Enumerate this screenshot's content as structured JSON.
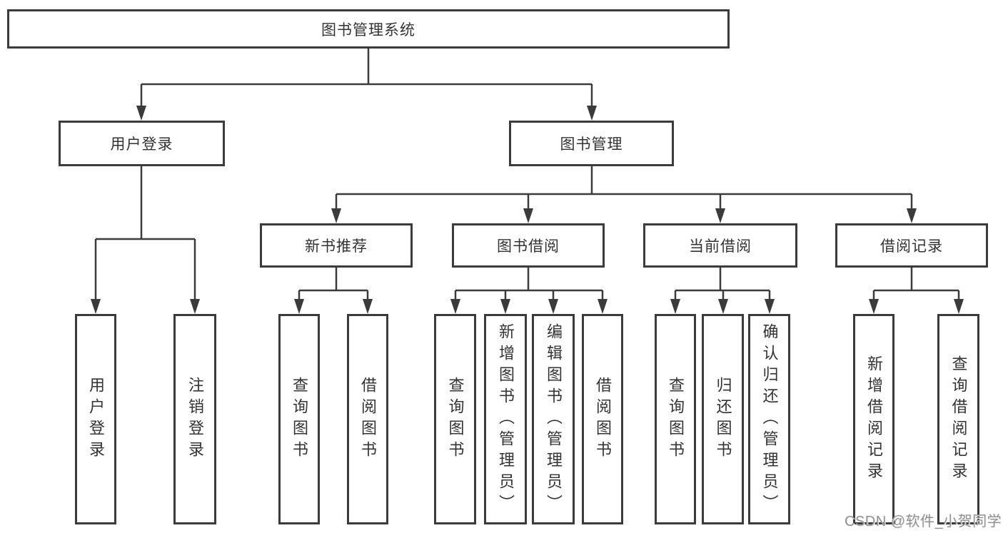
{
  "diagram": {
    "root": {
      "label": "图书管理系统"
    },
    "level2": {
      "user_login": {
        "label": "用户登录"
      },
      "book_management": {
        "label": "图书管理"
      }
    },
    "level3": {
      "new_book_recommend": {
        "label": "新书推荐"
      },
      "book_borrow": {
        "label": "图书借阅"
      },
      "current_borrow": {
        "label": "当前借阅"
      },
      "borrow_records": {
        "label": "借阅记录"
      }
    },
    "leaves": {
      "user_login": [
        "用户登录",
        "注销登录"
      ],
      "new_book_recommend": [
        "查询图书",
        "借阅图书"
      ],
      "book_borrow": [
        "查询图书",
        "新增图书（管理员）",
        "编辑图书（管理员）",
        "借阅图书"
      ],
      "current_borrow": [
        "查询图书",
        "归还图书",
        "确认归还（管理员）"
      ],
      "borrow_records": [
        "新增借阅记录",
        "查询借阅记录"
      ]
    }
  },
  "watermark": {
    "text": "CSDN @软件_小贺同学"
  },
  "colors": {
    "line": "#3b3b3b",
    "box_border": "#3b3b3b",
    "text": "#333333",
    "watermark": "#929292",
    "background": "#ffffff"
  }
}
